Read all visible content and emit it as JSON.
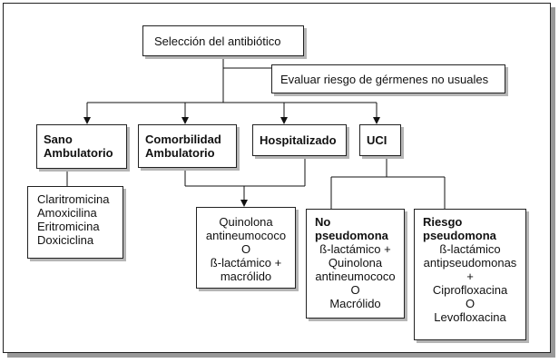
{
  "start": {
    "label": "Selección del antibiótico"
  },
  "risk": {
    "label": "Evaluar riesgo de gérmenes no usuales"
  },
  "categories": {
    "sano": {
      "line1": "Sano",
      "line2": "Ambulatorio"
    },
    "comorbilidad": {
      "line1": "Comorbilidad",
      "line2": "Ambulatorio"
    },
    "hospitalizado": {
      "label": "Hospitalizado"
    },
    "uci": {
      "label": "UCI"
    }
  },
  "sano_drugs": [
    "Claritromicina",
    "Amoxicilina",
    "Eritromicina",
    "Doxiciclina"
  ],
  "comorb_treatment": [
    "Quinolona",
    "antineumococo",
    "O",
    "ß-lactámico +",
    "macrólido"
  ],
  "uci_no_pseudo": {
    "title1": "No",
    "title2": "pseudomona",
    "lines": [
      "ß-lactámico +",
      "Quinolona",
      "antineumococo",
      "O",
      "Macrólido"
    ]
  },
  "uci_pseudo": {
    "title1": "Riesgo",
    "title2": "pseudomona",
    "lines": [
      "ß-lactámico",
      "antipseudomonas",
      "+",
      "Ciprofloxacina",
      "O",
      "Levofloxacina"
    ]
  }
}
